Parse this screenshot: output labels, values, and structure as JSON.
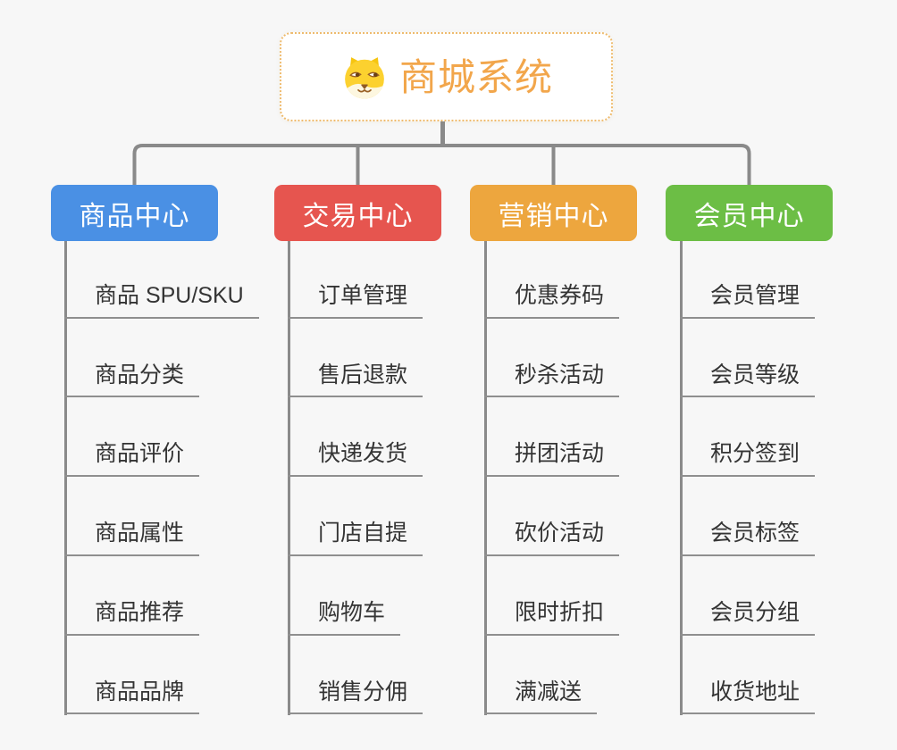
{
  "root": {
    "title": "商城系统",
    "icon": "dog-face",
    "text_color": "#f2a64b",
    "border_color": "#eebb6e"
  },
  "branches": [
    {
      "label": "商品中心",
      "color": "#4a90e4",
      "children": [
        "商品 SPU/SKU",
        "商品分类",
        "商品评价",
        "商品属性",
        "商品推荐",
        "商品品牌"
      ]
    },
    {
      "label": "交易中心",
      "color": "#e6554f",
      "children": [
        "订单管理",
        "售后退款",
        "快递发货",
        "门店自提",
        "购物车",
        "销售分佣"
      ]
    },
    {
      "label": "营销中心",
      "color": "#eda63e",
      "children": [
        "优惠券码",
        "秒杀活动",
        "拼团活动",
        "砍价活动",
        "限时折扣",
        "满减送"
      ]
    },
    {
      "label": "会员中心",
      "color": "#6cbe45",
      "children": [
        "会员管理",
        "会员等级",
        "积分签到",
        "会员标签",
        "会员分组",
        "收货地址"
      ]
    }
  ],
  "colors": {
    "canvas_background": "#f7f7f7",
    "connector_line": "#8a8a8a",
    "leaf_underline": "#8f8f8f",
    "leaf_text": "#343434",
    "branch_text": "#ffffff"
  }
}
